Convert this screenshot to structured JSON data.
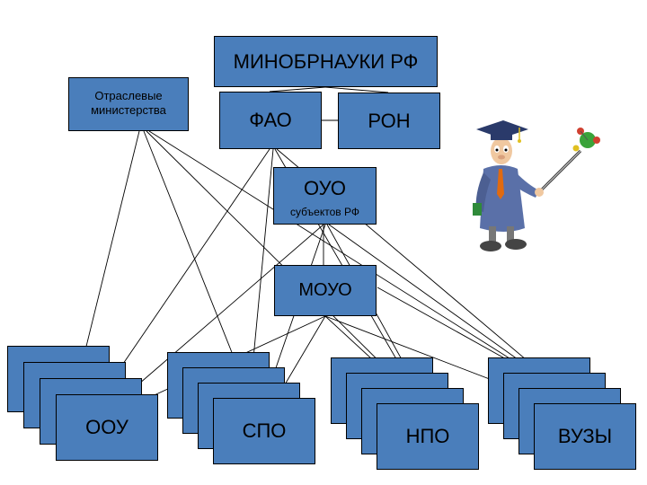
{
  "nodes": {
    "minobrnauki": "МИНОБРНАУКИ РФ",
    "otraslevye": "Отраслевые министерства",
    "fao": "ФАО",
    "ron": "РОН",
    "ouo": "ОУО",
    "ouo_sub": "субъектов РФ",
    "mouo": "МОУО",
    "oou": "ООУ",
    "spo": "СПО",
    "npo": "НПО",
    "vuzy": "ВУЗЫ"
  },
  "colors": {
    "box_fill": "#4a7ebb",
    "border": "#000000",
    "line": "#000000"
  },
  "illustration": "professor-with-pointer-icon"
}
